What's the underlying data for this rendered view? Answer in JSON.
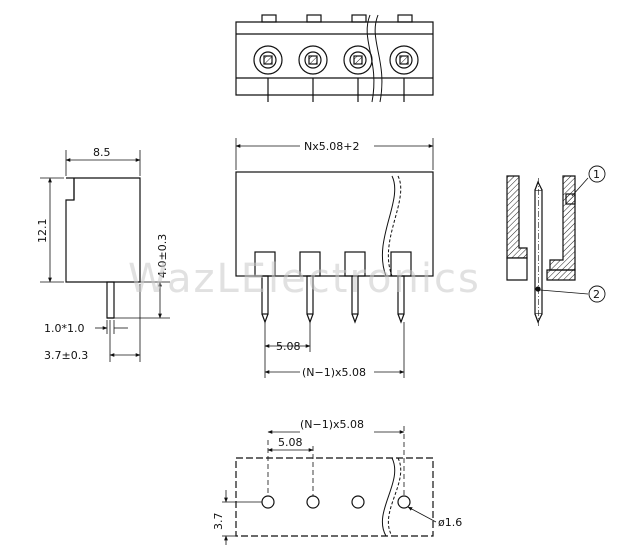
{
  "dimensions": {
    "width_8_5": "8.5",
    "height_12_1": "12.1",
    "pin_height": "4.0±0.3",
    "pin_size": "1.0*1.0",
    "pin_offset": "3.7±0.3",
    "overall_length": "Nx5.08+2",
    "pitch_front": "5.08",
    "span_front": "(N−1)x5.08",
    "span_bottom": "(N−1)x5.08",
    "pitch_bottom": "5.08",
    "row_offset_bottom": "3.7",
    "hole_diameter": "ø1.6"
  },
  "callouts": [
    "1",
    "2"
  ],
  "watermark": "WazLElectronics"
}
